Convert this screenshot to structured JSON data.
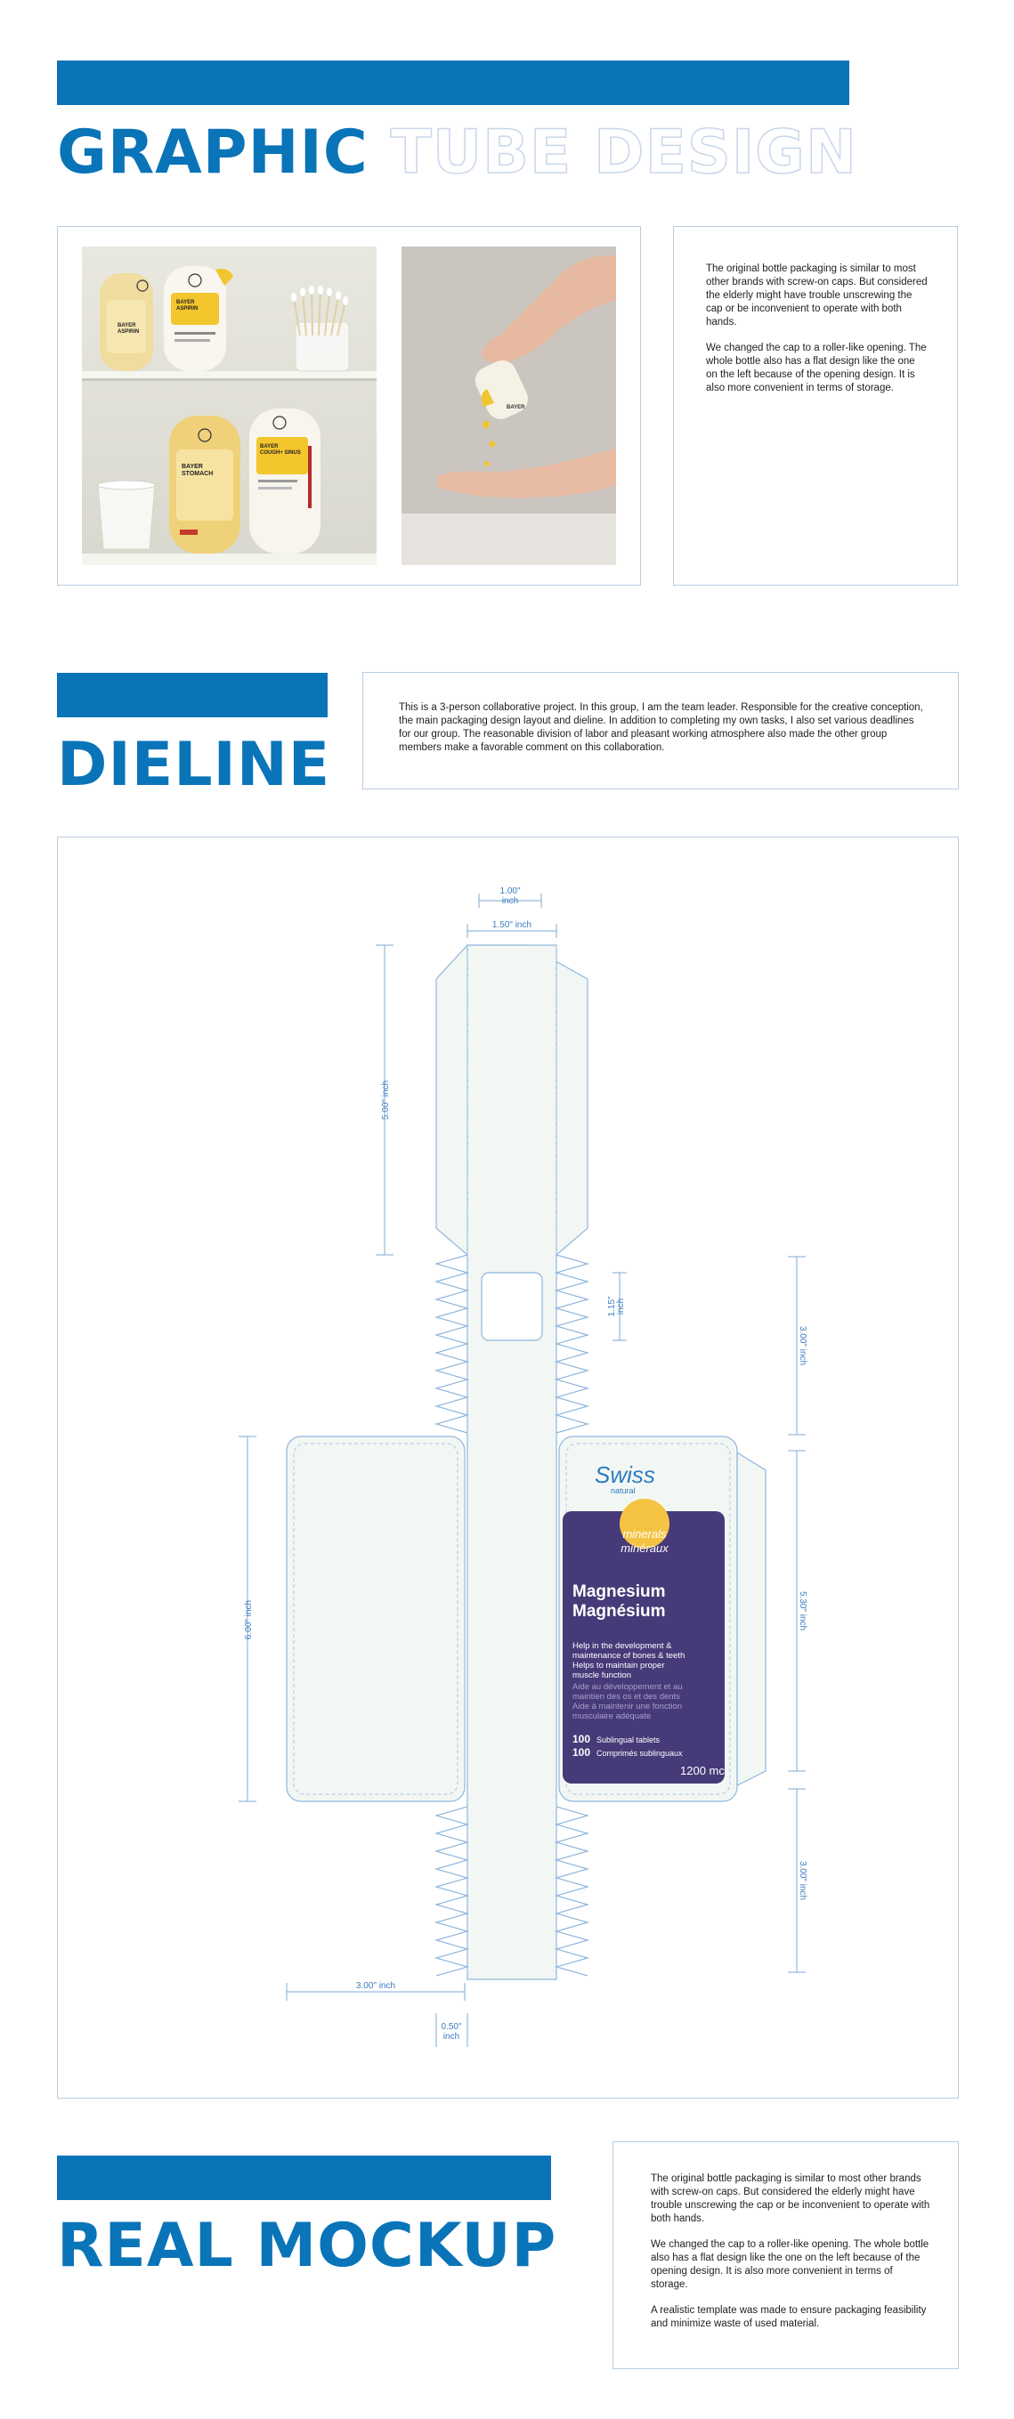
{
  "section1": {
    "heading_solid": "GRAPHIC",
    "heading_outline": "TUBE DESIGN",
    "photo1": {
      "labels": [
        {
          "brand": "BAYER",
          "name": "ASPIRIN"
        },
        {
          "brand": "BAYER",
          "name": "ASPIRIN"
        },
        {
          "brand": "BAYER",
          "name": "STOMACH"
        },
        {
          "brand": "BAYER",
          "name": "COUGH+ SINUS"
        }
      ]
    },
    "photo2": {
      "brand": "BAYER"
    },
    "paragraphs": [
      "The original bottle packaging is similar to most other brands with screw-on caps. But considered the elderly might have trouble unscrewing the cap or be inconvenient to operate with both hands.",
      "We changed the cap to a roller-like opening. The whole bottle also has a flat design like the one on the left because of the opening design. It is also more convenient in terms of storage."
    ]
  },
  "section2": {
    "heading": "DIELINE",
    "description": "This is a 3-person collaborative project. In this group, I am the team leader. Responsible for the creative conception, the main packaging design layout and dieline. In addition to completing my own tasks, I also set various deadlines for our group. The reasonable division of labor and pleasant working atmosphere also made the other group members make a favorable comment on this collaboration.",
    "dimensions": {
      "top_inner_value": "1.00\"",
      "top_inner_unit": "inch",
      "top_outer": "1.50\" inch",
      "left_top": "5.00\" inch",
      "window_value": "1.15\"",
      "window_unit": "inch",
      "right_upper": "3.00\" inch",
      "left_panel": "6.00\" inch",
      "right_mid": "5.30\" inch",
      "right_lower": "3.00\" inch",
      "bottom_width": "3.00\" inch",
      "bottom_tab_value": "0.50\"",
      "bottom_tab_unit": "inch"
    },
    "label": {
      "brand": "Swiss",
      "brand_sub": "natural",
      "category_en": "minerals",
      "category_fr": "minéraux",
      "name_en": "Magnesium",
      "name_fr": "Magnésium",
      "desc_en_1": "Help in the development &",
      "desc_en_2": "maintenance of bones & teeth",
      "desc_en_3": "Helps to maintain proper",
      "desc_en_4": "muscle function",
      "desc_fr_1": "Aide au développement et au",
      "desc_fr_2": "maintien des os et des dents",
      "desc_fr_3": "Aide à maintenir une fonction",
      "desc_fr_4": "musculaire adéquate",
      "count_en_num": "100",
      "count_en_text": "Sublingual tablets",
      "count_fr_num": "100",
      "count_fr_text": "Comprimés sublinguaux",
      "dose": "1200 mc"
    },
    "colors": {
      "accent": "#0a74b8",
      "label_purple": "#473a78",
      "sun": "#f5c342",
      "dieline": "#8fb6dc"
    }
  },
  "section3": {
    "heading": "REAL MOCKUP",
    "paragraphs": [
      "The original bottle packaging is similar to most other brands with screw-on caps. But considered the elderly might have trouble unscrewing the cap or be inconvenient to operate with both hands.",
      "We changed the cap to a roller-like opening. The whole bottle also has a flat design like the one on the left because of the opening design. It is also more convenient in terms of storage.",
      "A realistic template was made to ensure packaging feasibility and minimize waste of used material."
    ]
  }
}
